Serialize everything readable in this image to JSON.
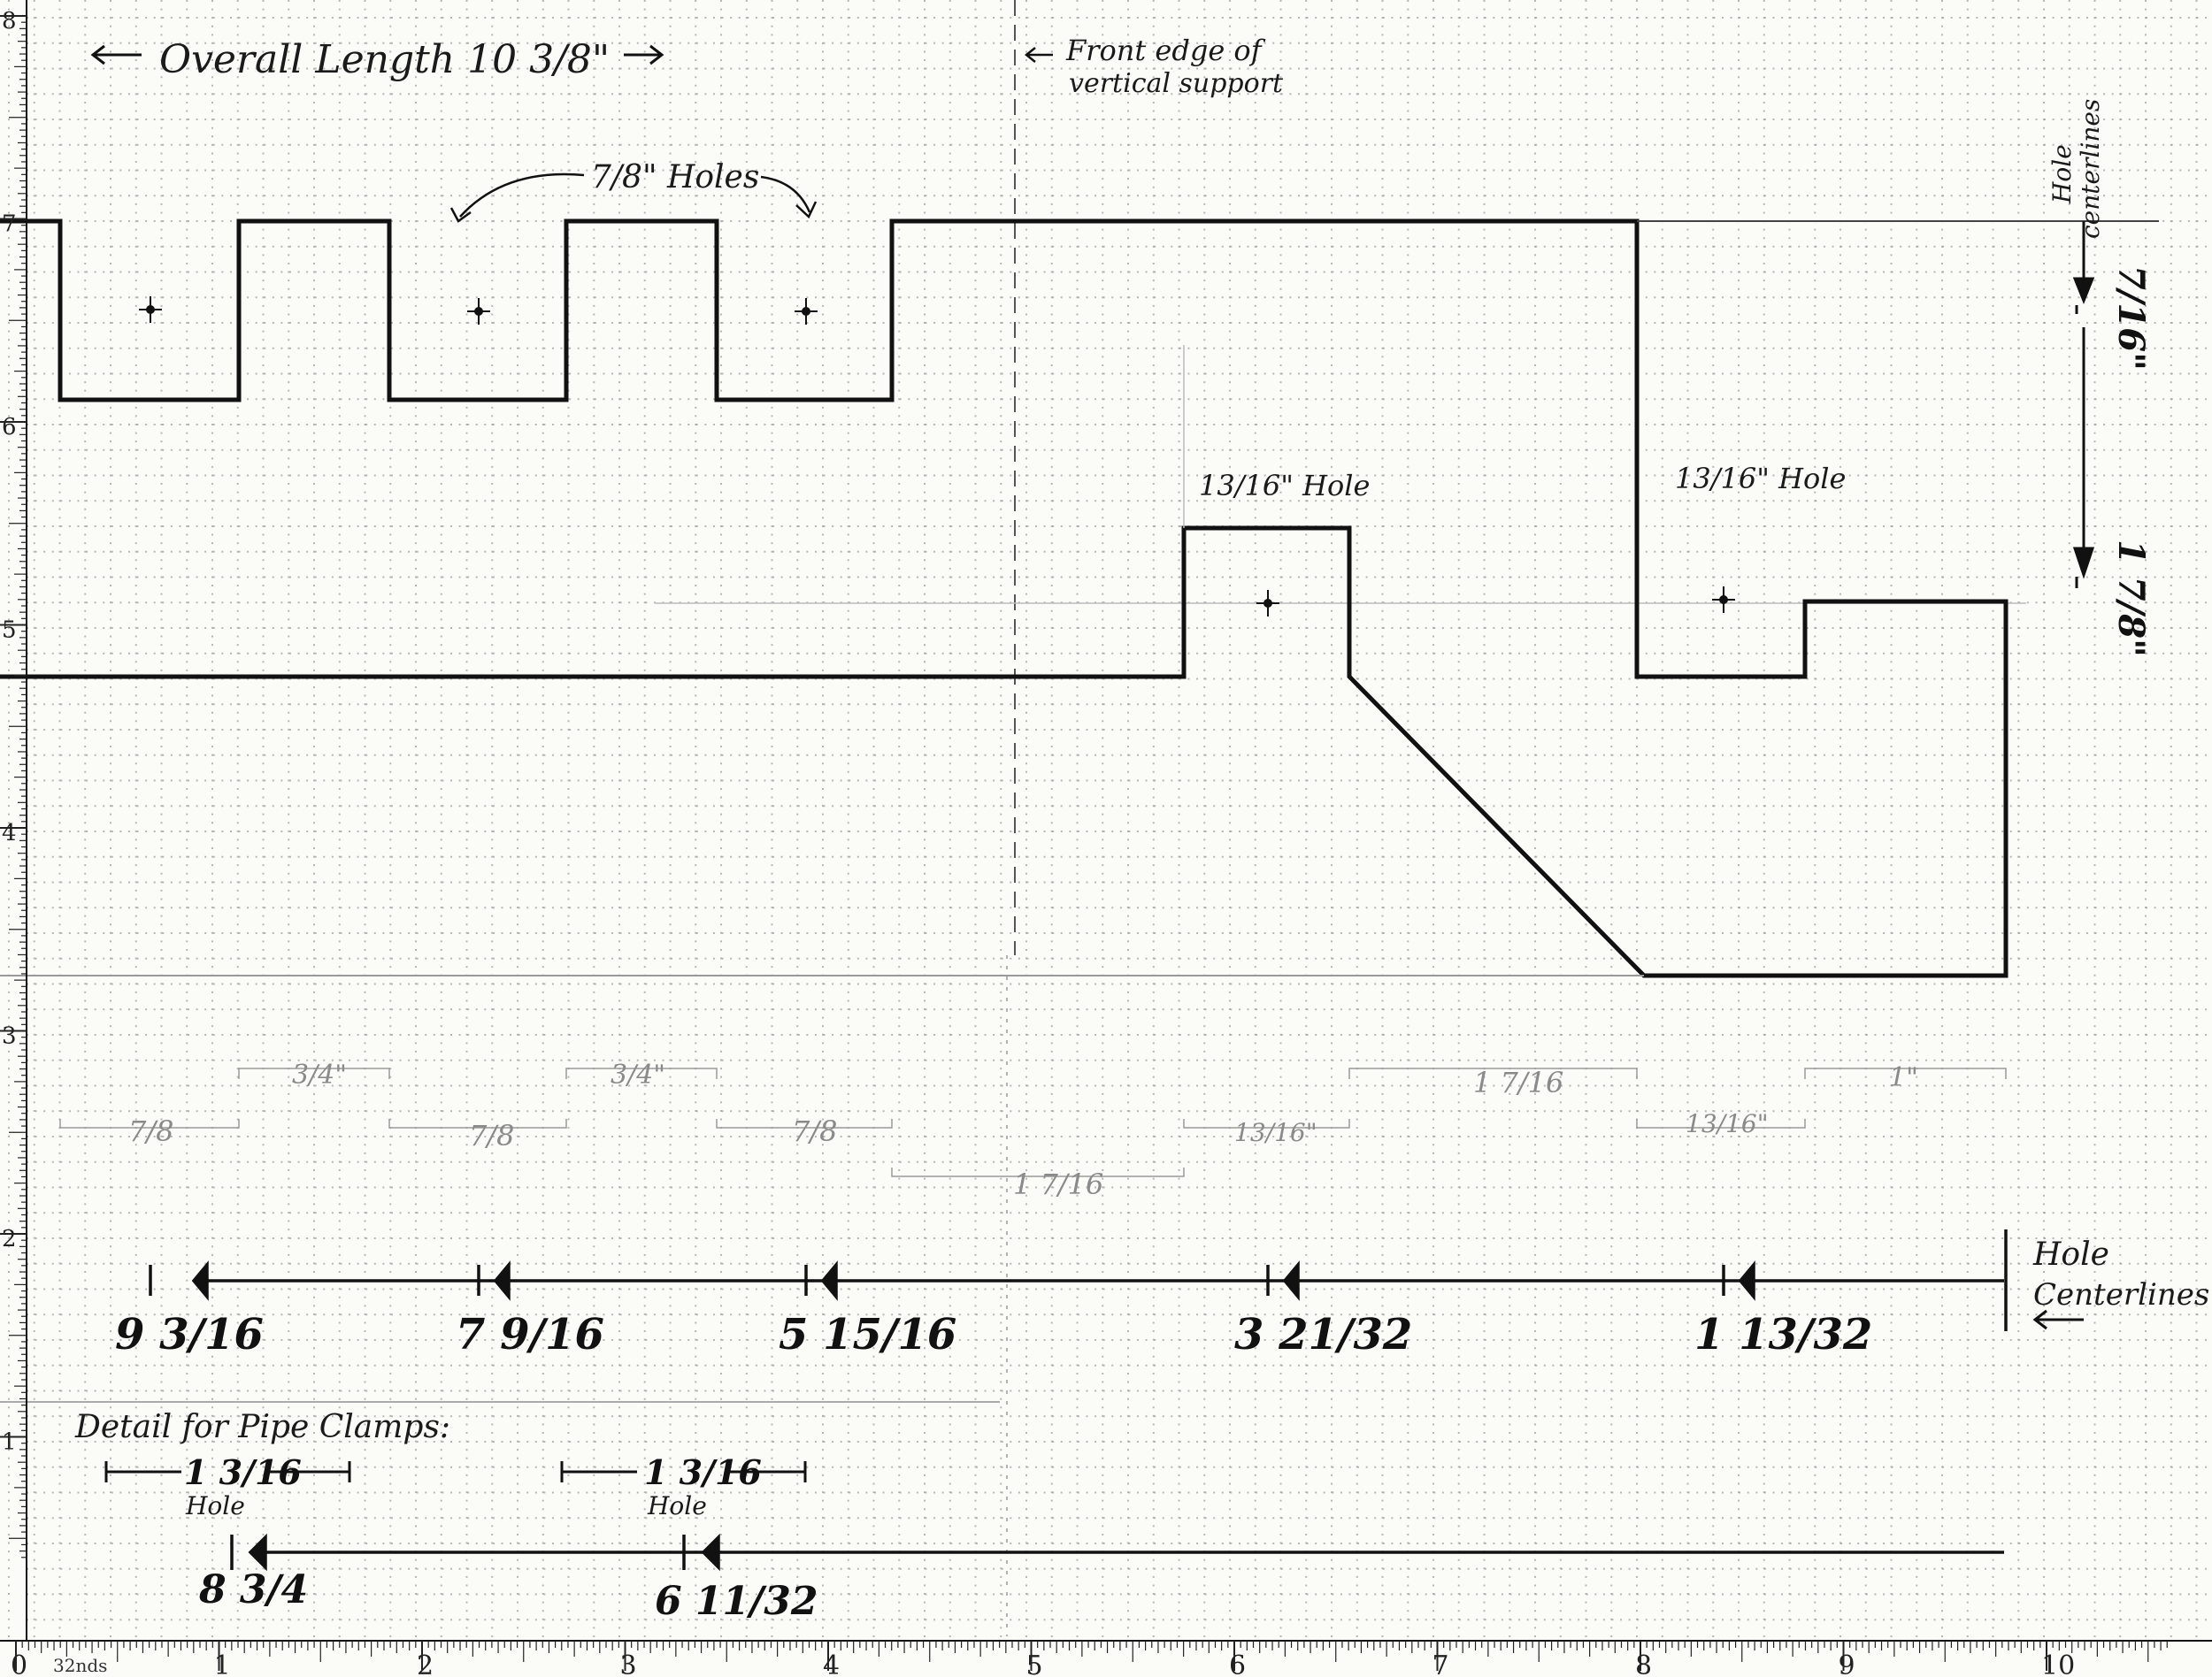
{
  "title": {
    "overall_length": "Overall Length 10 3/8\"",
    "front_edge": "Front edge of",
    "front_edge_2": "vertical support"
  },
  "labels": {
    "holes_78": "7/8\" Holes",
    "hole_1316_a": "13/16\" Hole",
    "hole_1316_b": "13/16\" Hole",
    "hole_centerlines_top_1": "Hole",
    "hole_centerlines_top_2": "centerlines",
    "hole_centerlines_right_1": "Hole",
    "hole_centerlines_right_2": "Centerlines"
  },
  "right_dims": {
    "upper": "7/16\"",
    "lower": "1 7/8\""
  },
  "faint_dims": {
    "upper_row": [
      "3/4\"",
      "3/4\"",
      "1 7/16",
      "1\""
    ],
    "middle_row": [
      "7/8",
      "7/8",
      "7/8",
      "13/16\"",
      "13/16\""
    ],
    "lower_row": [
      "1 7/16"
    ]
  },
  "centerline_dims": [
    "9 3/16",
    "7 9/16",
    "5 15/16",
    "3 21/32",
    "1 13/32"
  ],
  "detail": {
    "heading": "Detail for Pipe Clamps:",
    "span_a": "1 3/16",
    "span_a_sub": "Hole",
    "span_b": "1 3/16",
    "span_b_sub": "Hole",
    "dim_a": "8 3/4",
    "dim_b": "6 11/32"
  },
  "ruler": {
    "unit_label": "32nds",
    "bottom_ticks": [
      "0",
      "1",
      "2",
      "3",
      "4",
      "5",
      "6",
      "7",
      "8",
      "9",
      "10"
    ],
    "left_ticks": [
      "8",
      "7",
      "6",
      "5",
      "4",
      "3",
      "2",
      "1"
    ]
  },
  "colors": {
    "grid": "#9a9a9a",
    "ink": "#111111",
    "faint_ink": "#8a8a8a",
    "paper": "#fbfbf8"
  }
}
